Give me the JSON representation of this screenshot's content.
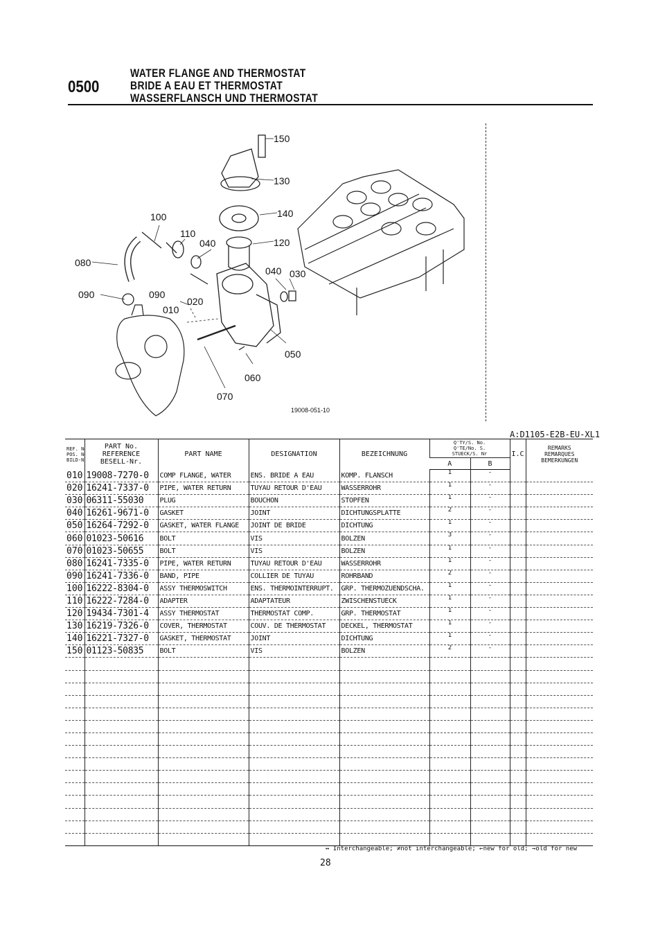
{
  "header": {
    "section_no": "0500",
    "title_en": "WATER FLANGE AND THERMOSTAT",
    "title_fr": "BRIDE A EAU ET THERMOSTAT",
    "title_de": "WASSERFLANSCH UND THERMOSTAT"
  },
  "diagram": {
    "labels": [
      "150",
      "130",
      "140",
      "100",
      "110",
      "040",
      "120",
      "080",
      "040",
      "030",
      "090",
      "090",
      "020",
      "010",
      "050",
      "060",
      "070"
    ],
    "caption": "19008-051-10"
  },
  "model_code": "A:D1105-E2B-EU-XL1",
  "table": {
    "headers": {
      "ref_no": [
        "REF. No.",
        "POS. No.",
        "BILD-Nr."
      ],
      "part_no": [
        "PART No.",
        "REFERENCE",
        "BESELL-Nr."
      ],
      "part_name": "PART NAME",
      "designation": "DESIGNATION",
      "bezeichnung": "BEZEICHNUNG",
      "qty": [
        "Q'TY/S. No.",
        "Q'TE/No. S.",
        "STUECK/S. Nr"
      ],
      "qty_a": "A",
      "qty_b": "B",
      "ic": "I.C.",
      "remarks": [
        "REMARKS",
        "REMARQUES",
        "BEMERKUNGEN"
      ]
    },
    "rows": [
      {
        "ref": "010",
        "part_no": "19008-7270-0",
        "name": "COMP FLANGE, WATER",
        "designation": "ENS. BRIDE A EAU",
        "bezeichnung": "KOMP. FLANSCH",
        "qty_a": "1",
        "qty_b": "-"
      },
      {
        "ref": "020",
        "part_no": "16241-7337-0",
        "name": "PIPE, WATER RETURN",
        "designation": "TUYAU RETOUR D'EAU",
        "bezeichnung": "WASSERROHR",
        "qty_a": "1",
        "qty_b": "-"
      },
      {
        "ref": "030",
        "part_no": "06311-55030",
        "name": "PLUG",
        "designation": "BOUCHON",
        "bezeichnung": "STOPFEN",
        "qty_a": "1",
        "qty_b": "-"
      },
      {
        "ref": "040",
        "part_no": "16261-9671-0",
        "name": "GASKET",
        "designation": "JOINT",
        "bezeichnung": "DICHTUNGSPLATTE",
        "qty_a": "2",
        "qty_b": "-"
      },
      {
        "ref": "050",
        "part_no": "16264-7292-0",
        "name": "GASKET, WATER FLANGE",
        "designation": "JOINT DE BRIDE",
        "bezeichnung": "DICHTUNG",
        "qty_a": "1",
        "qty_b": "-"
      },
      {
        "ref": "060",
        "part_no": "01023-50616",
        "name": "BOLT",
        "designation": "VIS",
        "bezeichnung": "BOLZEN",
        "qty_a": "3",
        "qty_b": "-"
      },
      {
        "ref": "070",
        "part_no": "01023-50655",
        "name": "BOLT",
        "designation": "VIS",
        "bezeichnung": "BOLZEN",
        "qty_a": "1",
        "qty_b": "-"
      },
      {
        "ref": "080",
        "part_no": "16241-7335-0",
        "name": "PIPE, WATER RETURN",
        "designation": "TUYAU RETOUR D'EAU",
        "bezeichnung": "WASSERROHR",
        "qty_a": "1",
        "qty_b": "-"
      },
      {
        "ref": "090",
        "part_no": "16241-7336-0",
        "name": "BAND, PIPE",
        "designation": "COLLIER DE TUYAU",
        "bezeichnung": "ROHRBAND",
        "qty_a": "2",
        "qty_b": "-"
      },
      {
        "ref": "100",
        "part_no": "16222-8304-0",
        "name": "ASSY THERMOSWITCH",
        "designation": "ENS. THERMOINTERRUPT.",
        "bezeichnung": "GRP. THERMOZUENDSCHA.",
        "qty_a": "1",
        "qty_b": "-"
      },
      {
        "ref": "110",
        "part_no": "16222-7284-0",
        "name": "ADAPTER",
        "designation": "ADAPTATEUR",
        "bezeichnung": "ZWISCHENSTUECK",
        "qty_a": "1",
        "qty_b": "-"
      },
      {
        "ref": "120",
        "part_no": "19434-7301-4",
        "name": "ASSY THERMOSTAT",
        "designation": "THERMOSTAT COMP.",
        "bezeichnung": "GRP. THERMOSTAT",
        "qty_a": "1",
        "qty_b": "-"
      },
      {
        "ref": "130",
        "part_no": "16219-7326-0",
        "name": "COVER, THERMOSTAT",
        "designation": "COUV. DE THERMOSTAT",
        "bezeichnung": "DECKEL, THERMOSTAT",
        "qty_a": "1",
        "qty_b": "-"
      },
      {
        "ref": "140",
        "part_no": "16221-7327-0",
        "name": "GASKET, THERMOSTAT",
        "designation": "JOINT",
        "bezeichnung": "DICHTUNG",
        "qty_a": "1",
        "qty_b": "-"
      },
      {
        "ref": "150",
        "part_no": "01123-50835",
        "name": "BOLT",
        "designation": "VIS",
        "bezeichnung": "BOLZEN",
        "qty_a": "2",
        "qty_b": "-"
      }
    ],
    "empty_rows": 15
  },
  "legend": "↔ Interchangeable; ≠not interchangeable; ←new for old; →old for new",
  "page_number": "28"
}
